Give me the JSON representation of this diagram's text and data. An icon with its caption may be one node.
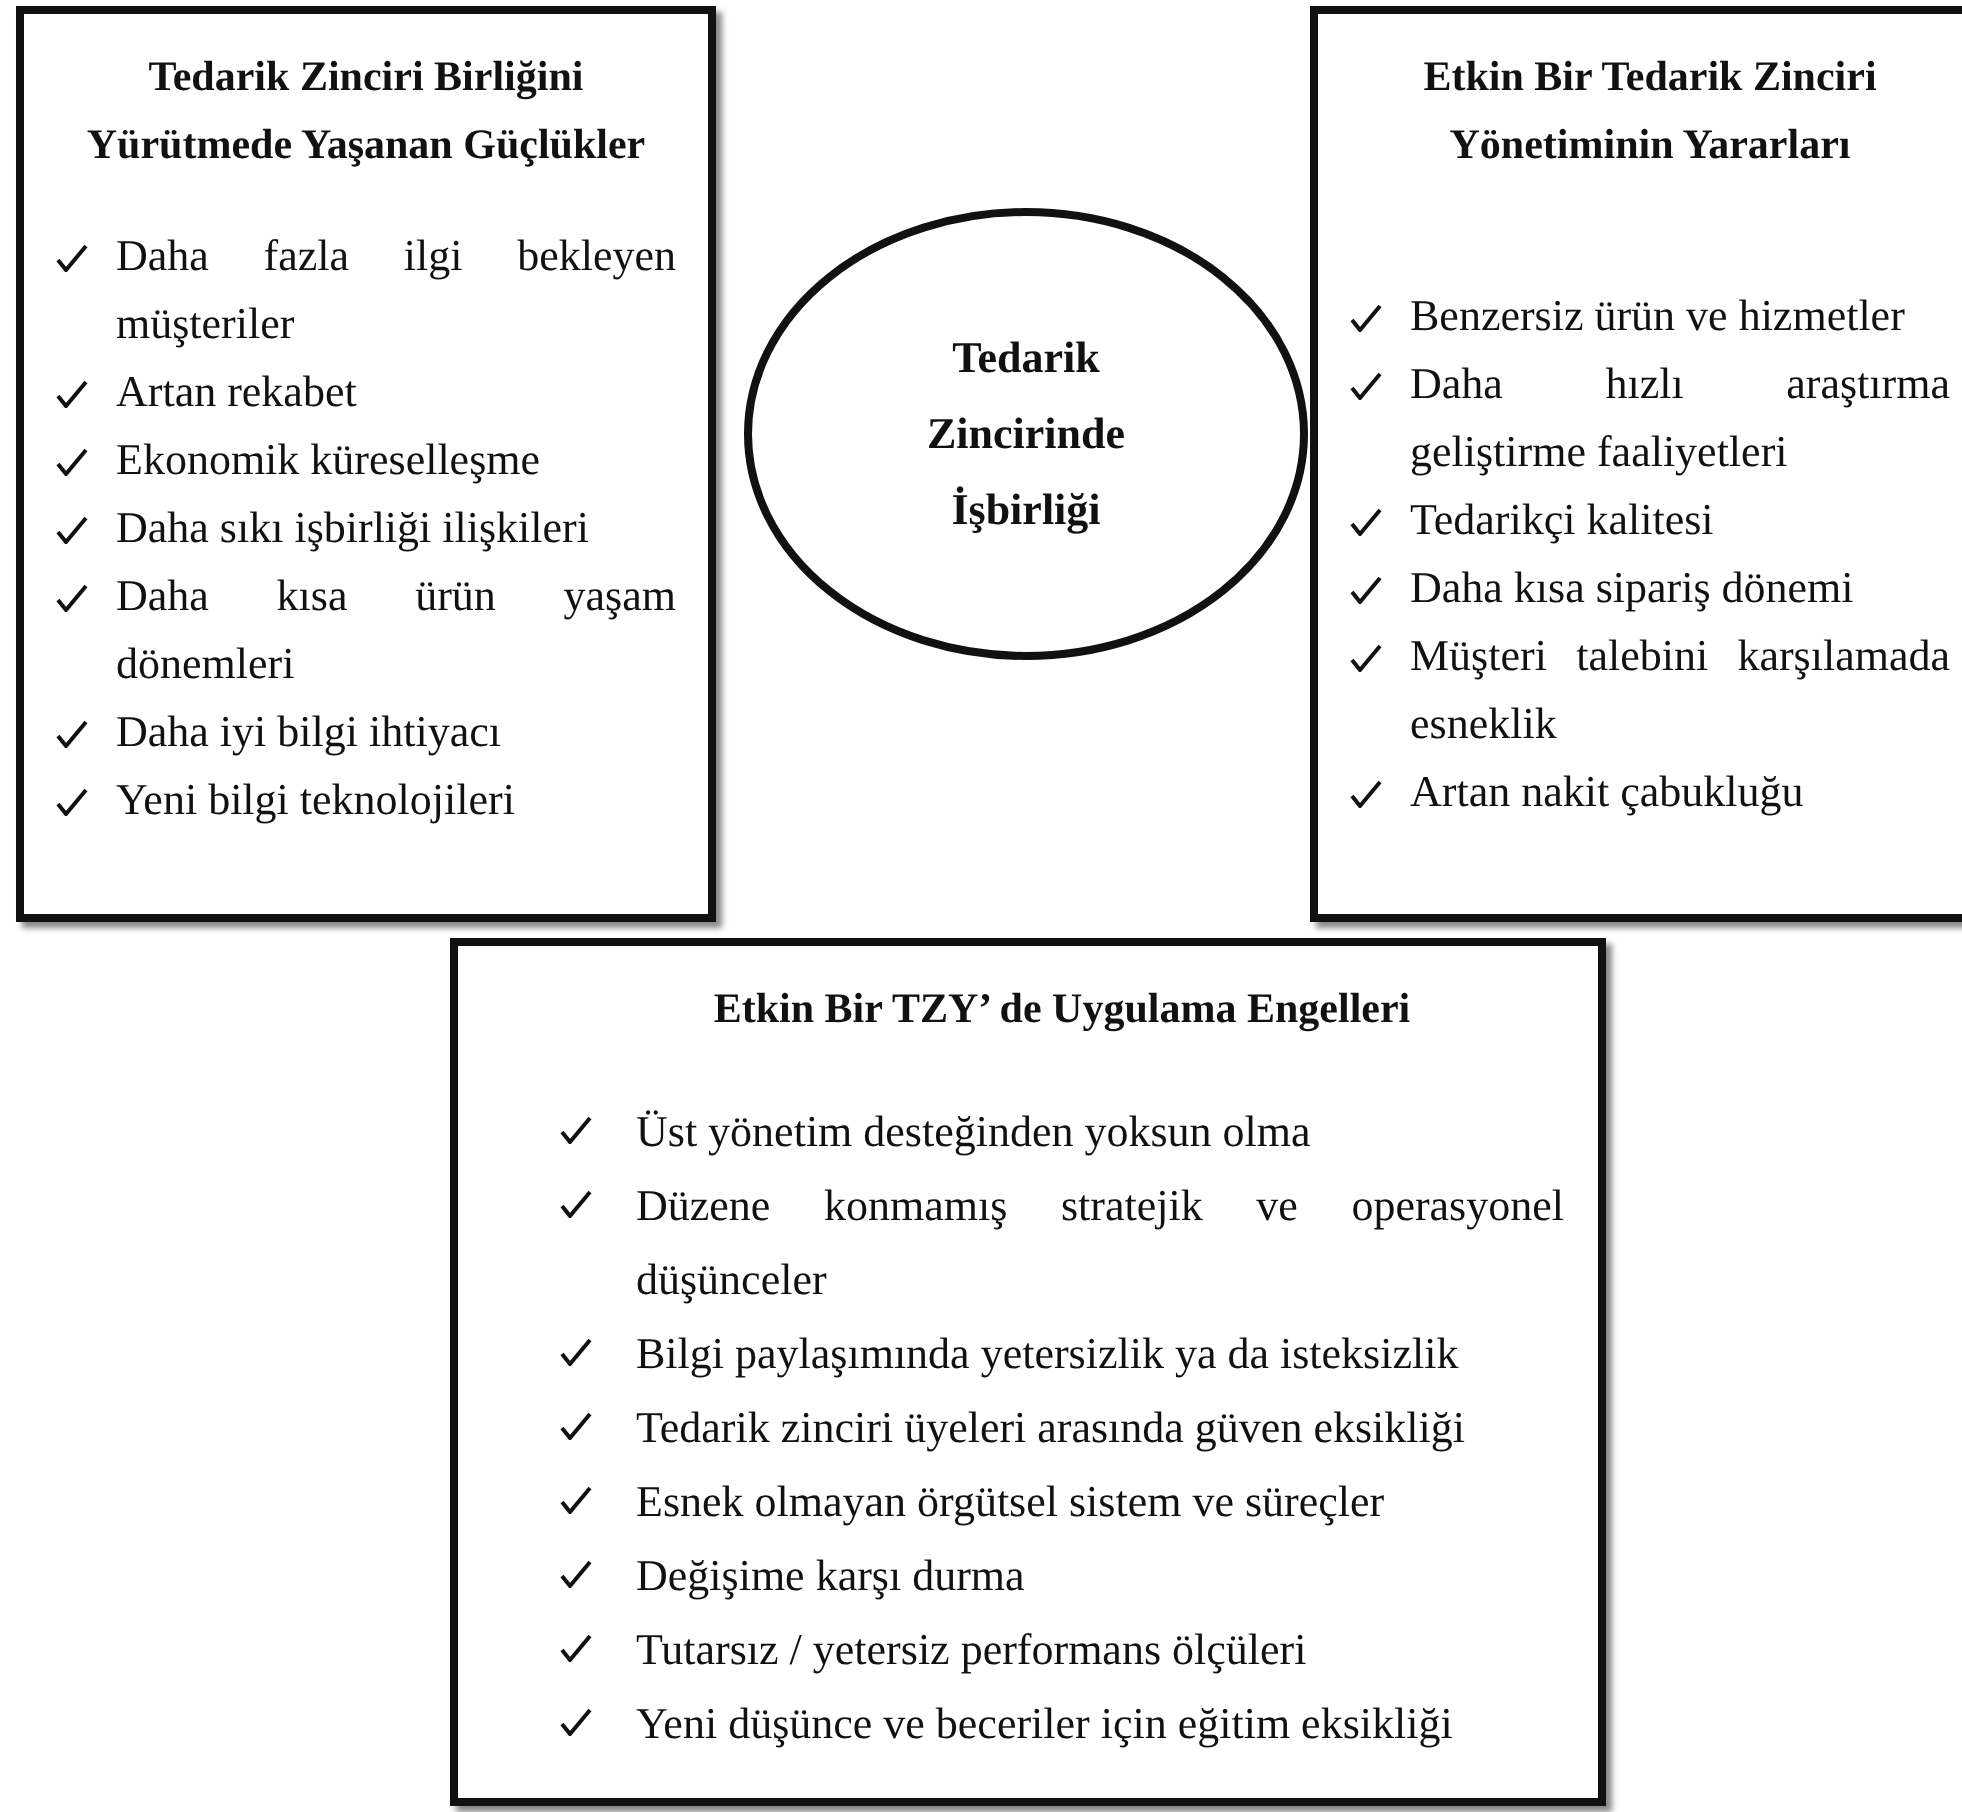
{
  "diagram": {
    "nodes": [
      {
        "text": [
          "Tedarik Zinciri Birliğini Yürütmede Yaşanan Güçlükler",
          "Daha fazla ilgi bekleyen müşteriler",
          "Artan rekabet",
          "Ekonomik küreselleşme",
          "Daha sıkı işbirliği ilişkileri",
          "Daha kısa ürün yaşam dönemleri",
          "Daha iyi bilgi ihtiyacı",
          "Yeni bilgi teknolojileri"
        ]
      },
      {
        "text": [
          "Tedarik Zincirinde İşbirliği"
        ]
      },
      {
        "text": [
          "Etkin Bir Tedarik Zinciri Yönetiminin Yararları",
          "Benzersiz ürün ve hizmetler",
          "Daha hızlı araştırma geliştirme faaliyetleri",
          "Tedarikçi kalitesi",
          "Daha kısa sipariş dönemi",
          "Müşteri talebini karşılamada esneklik",
          "Artan nakit çabukluğu"
        ]
      },
      {
        "text": [
          "Etkin Bir TZY’ de Uygulama Engelleri",
          "Üst yönetim desteğinden yoksun olma",
          "Düzene konmamış stratejik ve operasyonel düşünceler",
          "Bilgi paylaşımında yetersizlik ya da isteksizlik",
          "Tedarik zinciri üyeleri arasında güven eksikliği",
          "Esnek olmayan örgütsel sistem ve süreçler",
          "Değişime karşı durma",
          "Tutarsız / yetersiz performans ölçüleri",
          "Yeni düşünce ve beceriler için eğitim eksikliği"
        ]
      }
    ]
  }
}
